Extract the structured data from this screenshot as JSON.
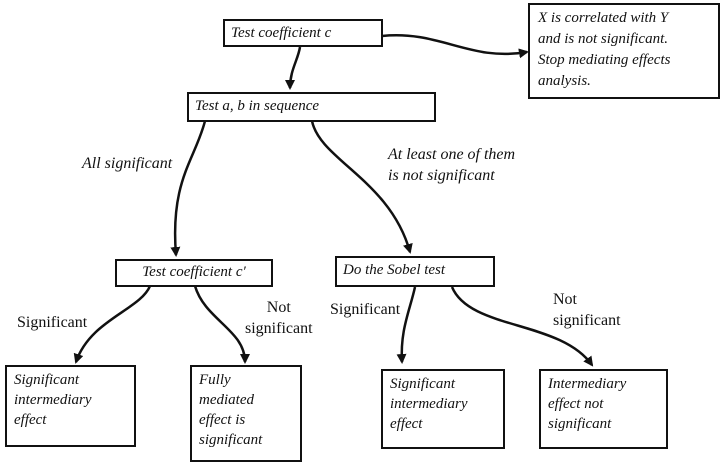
{
  "colors": {
    "stroke": "#111111",
    "background": "#ffffff"
  },
  "boxes": {
    "test_c": "Test coefficient  c",
    "x_correlated": [
      "X is correlated with Y",
      "and is not significant.",
      "Stop mediating effects",
      "analysis."
    ],
    "test_ab": "Test a, b in sequence",
    "test_c_prime": "Test coefficient  c′",
    "sobel": "Do the Sobel test",
    "sig_effect_left": [
      "Significant",
      "intermediary",
      "effect"
    ],
    "fully_mediated": [
      "Fully",
      "mediated",
      "effect is",
      "significant"
    ],
    "sig_effect_right": [
      "Significant",
      "intermediary",
      "effect"
    ],
    "effect_not_sig": [
      "Intermediary",
      "effect not",
      "significant"
    ]
  },
  "labels": {
    "all_significant": "All significant",
    "at_least_one": [
      "At least one of them",
      "is not significant"
    ],
    "significant_left": "Significant",
    "not_significant_left": [
      "Not",
      "significant"
    ],
    "significant_right": "Significant",
    "not_significant_right": [
      "Not",
      "significant"
    ]
  }
}
